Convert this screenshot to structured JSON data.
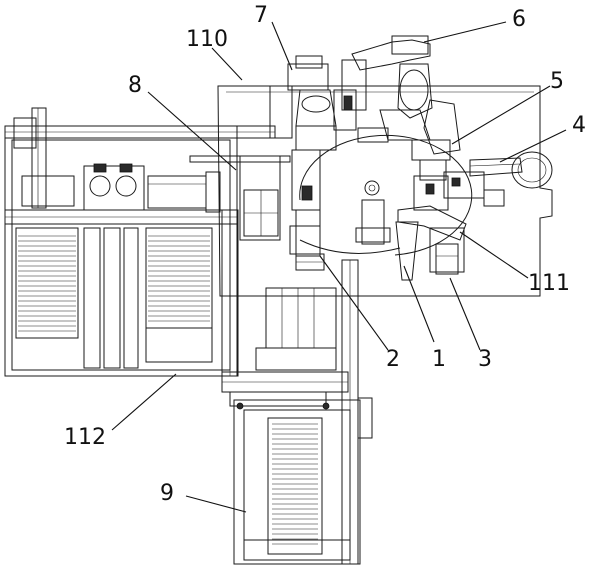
{
  "callouts": {
    "c1": "1",
    "c2": "2",
    "c3": "3",
    "c4": "4",
    "c5": "5",
    "c6": "6",
    "c7": "7",
    "c8": "8",
    "c9": "9",
    "c110": "110",
    "c111": "111",
    "c112": "112"
  }
}
